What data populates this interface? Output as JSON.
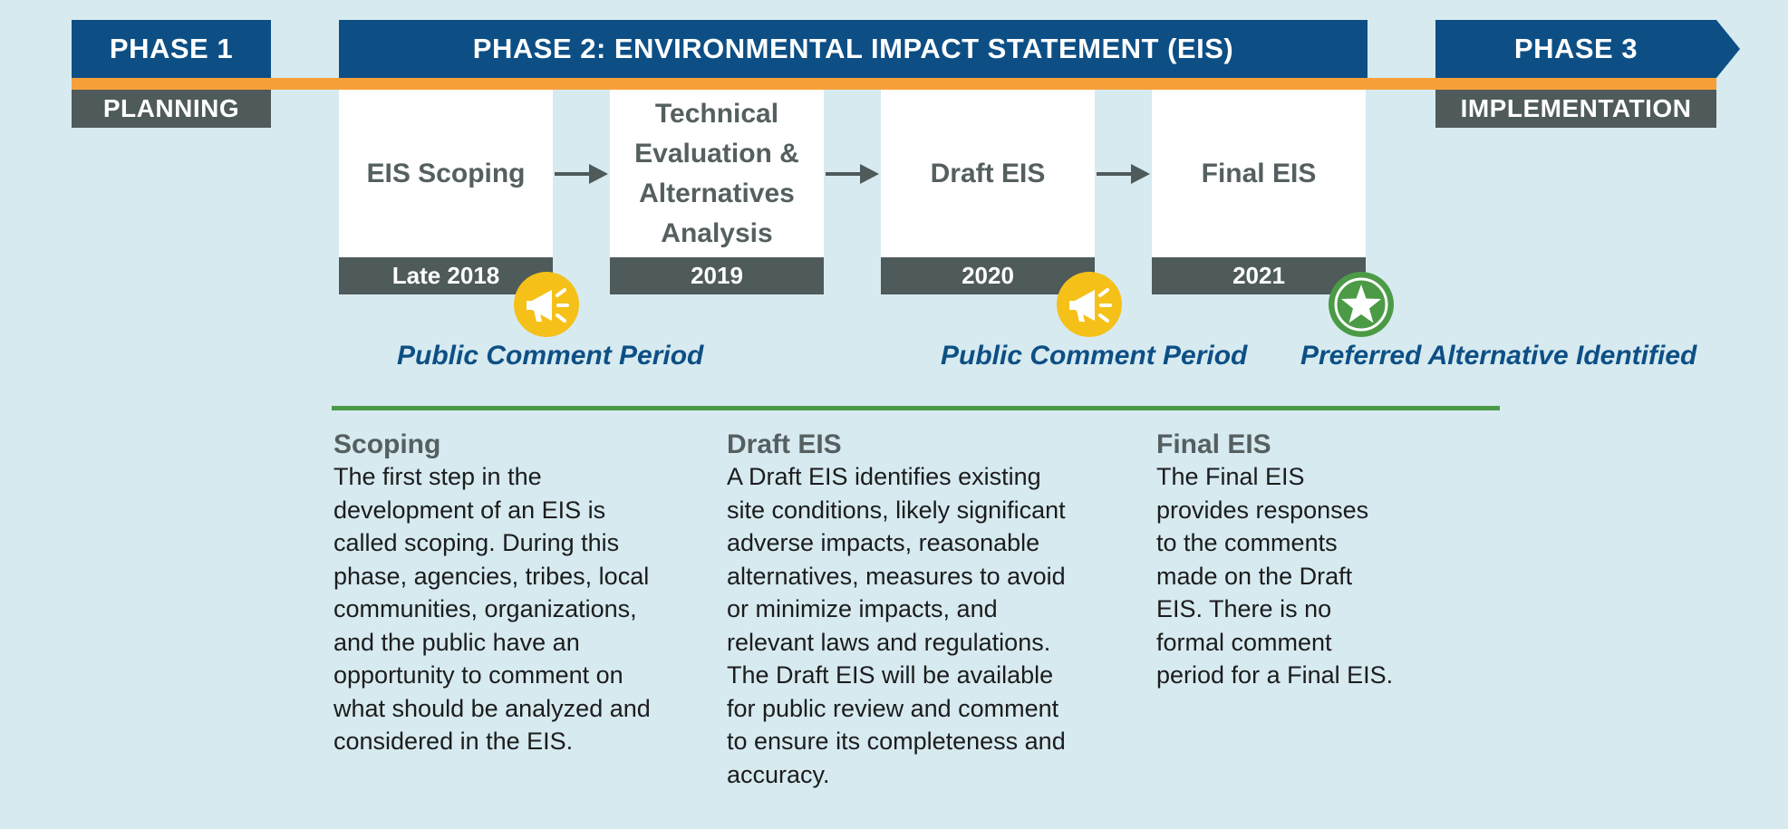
{
  "colors": {
    "background": "#d6eaf0",
    "phase_blue": "#0d4f85",
    "phase_gray": "#4f5a5a",
    "timeline_orange": "#f7a03a",
    "badge_yellow": "#f5c118",
    "badge_green": "#4b9a45",
    "divider_green": "#4b9a45",
    "step_text": "#555f60"
  },
  "phases": [
    {
      "heading": "PHASE 1",
      "subheading": "PLANNING"
    },
    {
      "heading": "PHASE 2: ENVIRONMENTAL IMPACT STATEMENT (EIS)"
    },
    {
      "heading": "PHASE 3",
      "subheading": "IMPLEMENTATION"
    }
  ],
  "steps": [
    {
      "label": "EIS Scoping",
      "date": "Late 2018"
    },
    {
      "label": "Technical Evaluation & Alternatives Analysis",
      "date": "2019"
    },
    {
      "label": "Draft EIS",
      "date": "2020"
    },
    {
      "label": "Final EIS",
      "date": "2021"
    }
  ],
  "badges": [
    {
      "icon": "megaphone-icon",
      "label": "Public Comment Period"
    },
    {
      "icon": "megaphone-icon",
      "label": "Public Comment Period"
    },
    {
      "icon": "star-icon",
      "label": "Preferred Alternative Identified"
    }
  ],
  "descriptions": [
    {
      "title": "Scoping",
      "body": "The first step in the\ndevelopment of an EIS is\ncalled scoping. During this\nphase, agencies, tribes, local\ncommunities, organizations,\nand the public have an\nopportunity to comment on\nwhat should be analyzed and\nconsidered in the EIS."
    },
    {
      "title": "Draft EIS",
      "body": "A Draft EIS identifies existing\nsite conditions, likely significant\nadverse impacts, reasonable\nalternatives, measures to avoid\nor minimize impacts, and\nrelevant laws and regulations.\nThe Draft EIS will be available\nfor public review and comment\nto ensure its completeness and\naccuracy."
    },
    {
      "title": "Final EIS",
      "body": "The Final EIS\nprovides responses\nto the comments\nmade on the Draft\nEIS. There is no\nformal comment\nperiod for a Final EIS."
    }
  ]
}
